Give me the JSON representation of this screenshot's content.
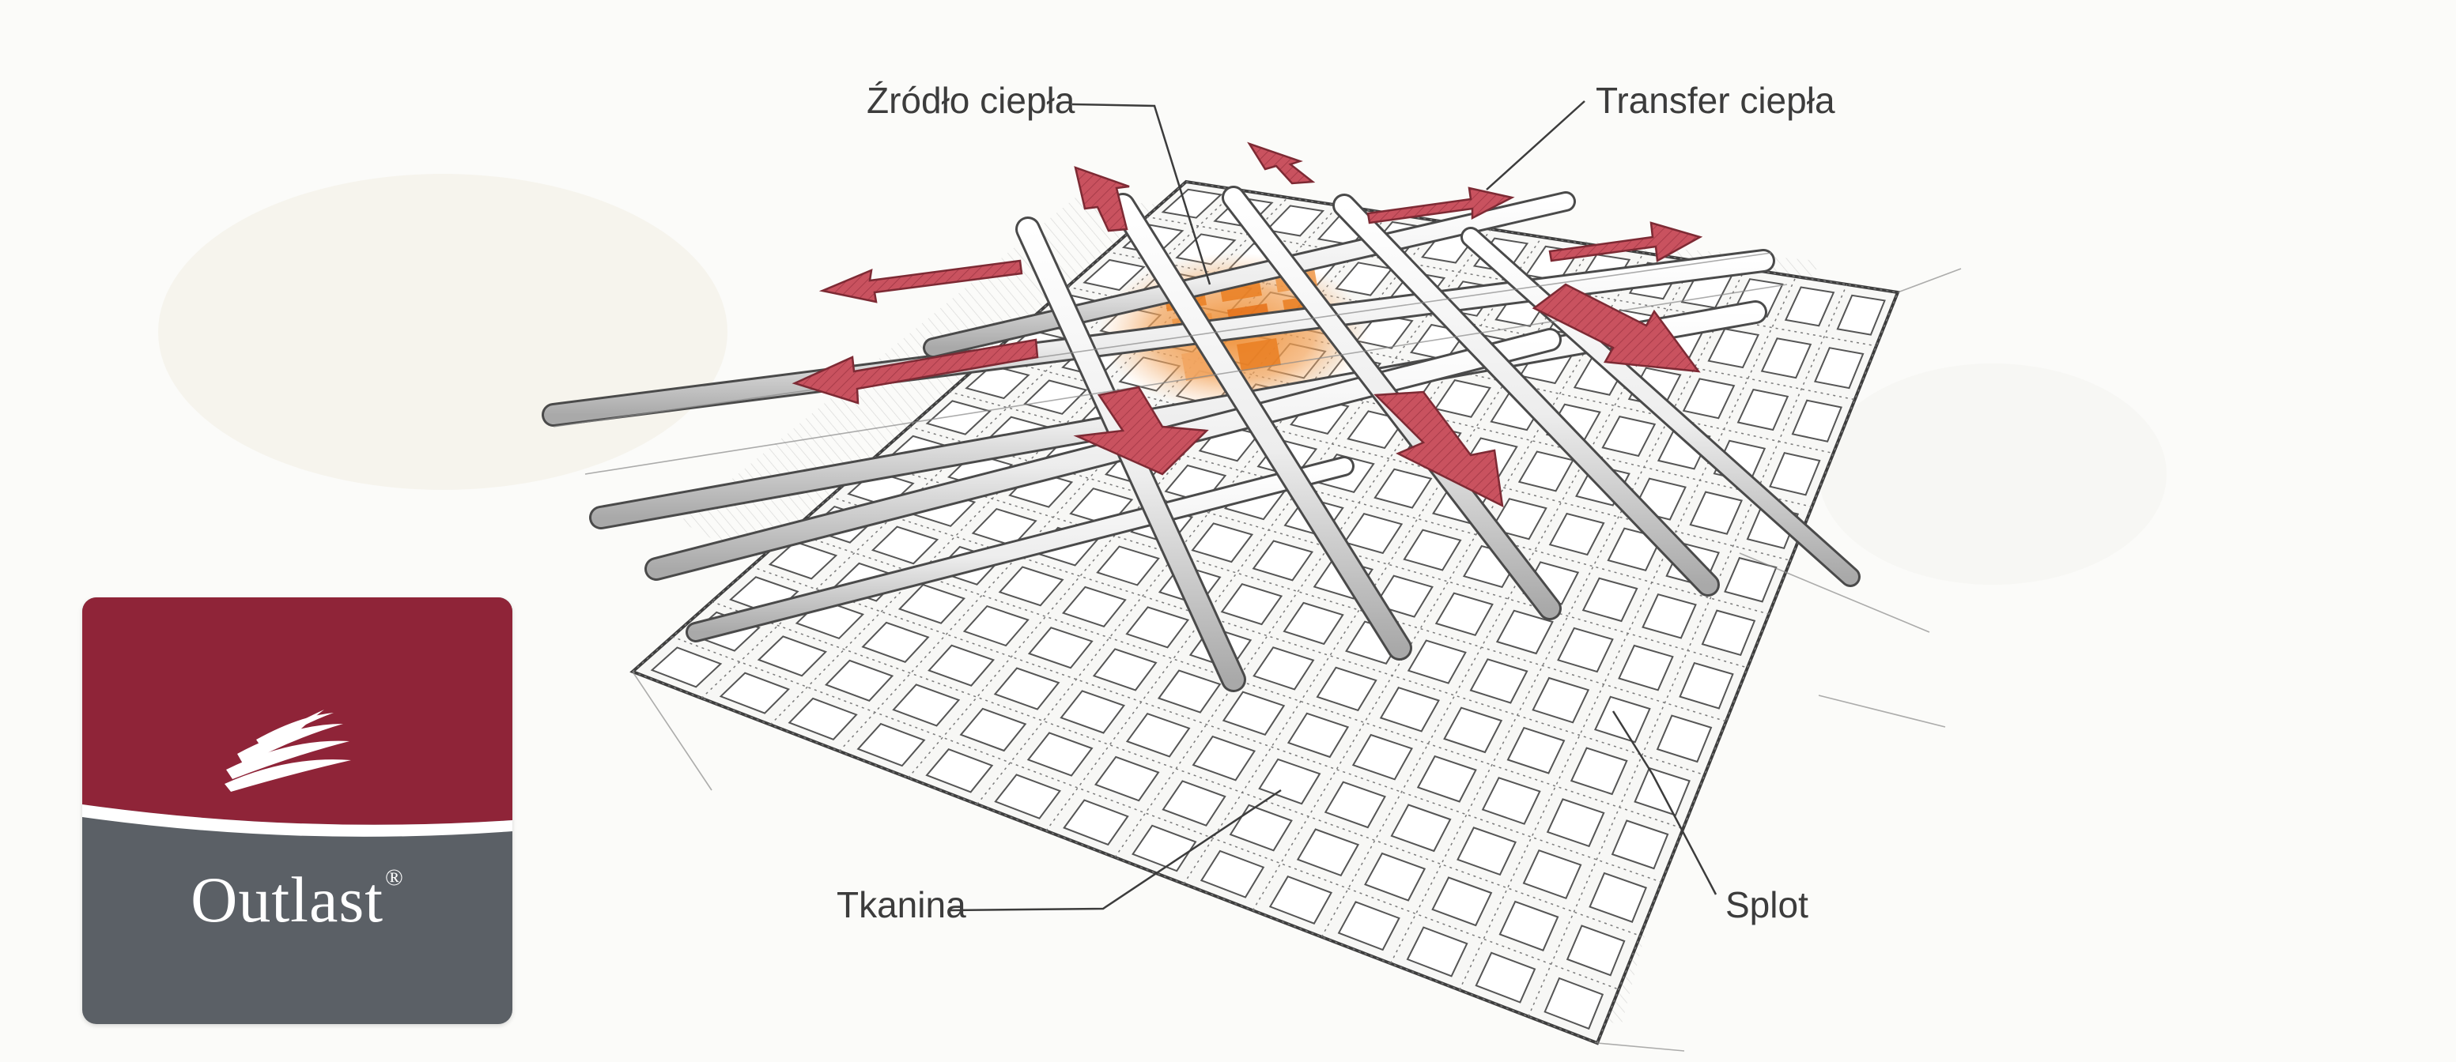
{
  "labels": {
    "heat_source": "Źródło ciepła",
    "heat_transfer": "Transfer ciepła",
    "fabric": "Tkanina",
    "weave": "Splot"
  },
  "logo": {
    "name": "Outlast",
    "mark": "®",
    "icon": "swoosh-icon",
    "top_color": "#8f2438",
    "bottom_color": "#5b6066"
  },
  "colors": {
    "arrow_fill": "#c9525f",
    "heat_glow": "#ee8a2c",
    "sketch_line": "#4a4a4a"
  }
}
